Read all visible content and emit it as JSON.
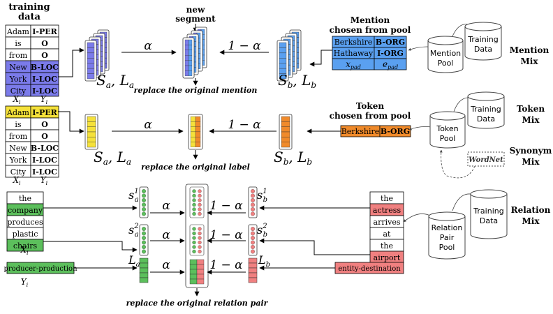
{
  "colors": {
    "blue": "#7b7bea",
    "blue_light": "#5aa0f0",
    "yellow": "#f5e13a",
    "orange": "#f08a2a",
    "green": "#5cbf5c",
    "pink": "#f08080"
  },
  "mention": {
    "training_data_title": [
      "training",
      "data"
    ],
    "table": [
      [
        "Adam",
        "I-PER"
      ],
      [
        "is",
        "O"
      ],
      [
        "from",
        "O"
      ],
      [
        "New",
        "B-LOC"
      ],
      [
        "York",
        "I-LOC"
      ],
      [
        "City",
        "I-LOC"
      ]
    ],
    "xi": "X",
    "yi": "Y",
    "new_segment": [
      "new",
      "segment"
    ],
    "pool_title": [
      "Mention",
      "chosen from pool"
    ],
    "pool_table": [
      [
        "Berkshire",
        "B-ORG"
      ],
      [
        "Hathaway",
        "I-ORG"
      ]
    ],
    "xpad": "x",
    "epad": "e",
    "alpha": "α",
    "one_minus_alpha": "1 − α",
    "sa": "S",
    "la": "L",
    "caption": "replace the original mention",
    "pool_label": [
      "Mention",
      "Pool"
    ],
    "training_db": [
      "Training",
      "Data"
    ],
    "mix_label": [
      "Mention",
      "Mix"
    ]
  },
  "token": {
    "table": [
      [
        "Adam",
        "I-PER"
      ],
      [
        "is",
        "O"
      ],
      [
        "from",
        "O"
      ],
      [
        "New",
        "B-LOC"
      ],
      [
        "York",
        "I-LOC"
      ],
      [
        "City",
        "I-LOC"
      ]
    ],
    "pool_title": [
      "Token",
      "chosen from pool"
    ],
    "pool_table": [
      [
        "Berkshire",
        "B-ORG"
      ]
    ],
    "caption": "replace the original label",
    "pool_label": [
      "Token",
      "Pool"
    ],
    "training_db": [
      "Training",
      "Data"
    ],
    "mix_label": [
      "Token",
      "Mix"
    ],
    "wordnet": "WordNet",
    "synonym_label": [
      "Synonym",
      "Mix"
    ]
  },
  "relation": {
    "left_words": [
      "the",
      "company",
      "produces",
      "plastic",
      "chairs"
    ],
    "left_label": "producer-production",
    "right_words": [
      "the",
      "actress",
      "arrives",
      "at",
      "the",
      "airport"
    ],
    "right_label": "entity-destination",
    "caption": "replace the original relation pair",
    "pool_label": [
      "Relation",
      "Pair",
      "Pool"
    ],
    "training_db": [
      "Training",
      "Data"
    ],
    "mix_label": [
      "Relation",
      "Mix"
    ]
  }
}
